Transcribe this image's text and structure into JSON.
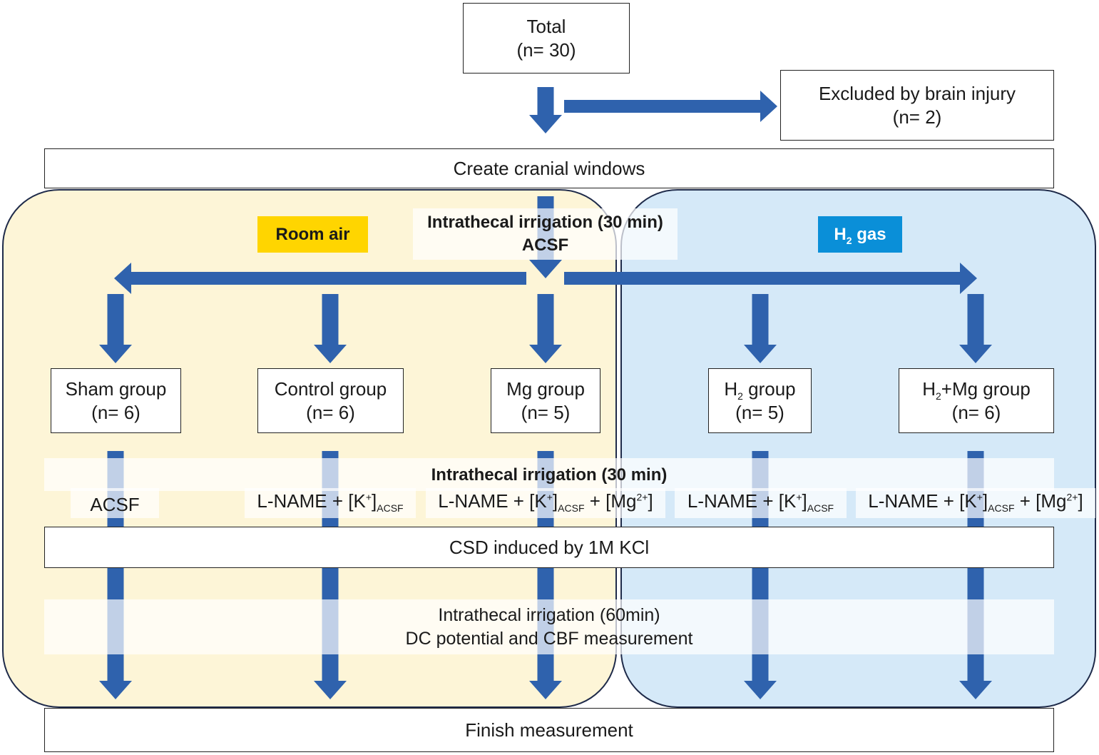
{
  "colors": {
    "arrow": "#2f62ad",
    "room_air_panel": "#fdf5d7",
    "h2_panel": "#d5e9f8",
    "room_air_tag": "#ffd500",
    "h2_tag": "#0a8fd8",
    "border": "#1f2b4a"
  },
  "total": {
    "title": "Total",
    "n": "(n= 30)"
  },
  "excluded": {
    "title": "Excluded by brain injury",
    "n": "(n= 2)"
  },
  "steps": {
    "create": "Create cranial windows",
    "csd": "CSD induced by 1M KCl",
    "finish": "Finish measurement"
  },
  "irrigation1": {
    "line1": "Intrathecal irrigation (30 min)",
    "line2": "ACSF"
  },
  "irrigation2": {
    "title": "Intrathecal irrigation (30 min)"
  },
  "irrigation3": {
    "line1": "Intrathecal irrigation (60min)",
    "line2": "DC potential and CBF measurement"
  },
  "tags": {
    "room_air": "Room air",
    "h2_pre": "H",
    "h2_sub": "2",
    "h2_post": " gas"
  },
  "groups": {
    "sham": {
      "name": "Sham group",
      "n": "(n= 6)",
      "solution": "ACSF"
    },
    "control": {
      "name": "Control group",
      "n": "(n= 6)"
    },
    "mg": {
      "name": "Mg group",
      "n": "(n= 5)"
    },
    "h2": {
      "pre": "H",
      "sub": "2",
      "post": " group",
      "n": "(n= 5)"
    },
    "h2mg": {
      "pre": "H",
      "sub": "2",
      "post": "+Mg group",
      "n": "(n= 6)"
    }
  },
  "solutions": {
    "lname": "L-NAME + [K",
    "kplus": "+",
    "close": "]",
    "acsf_sub": "ACSF",
    "mg_open": " + [Mg",
    "mg_sup": "2+",
    "mg_close": "]"
  }
}
